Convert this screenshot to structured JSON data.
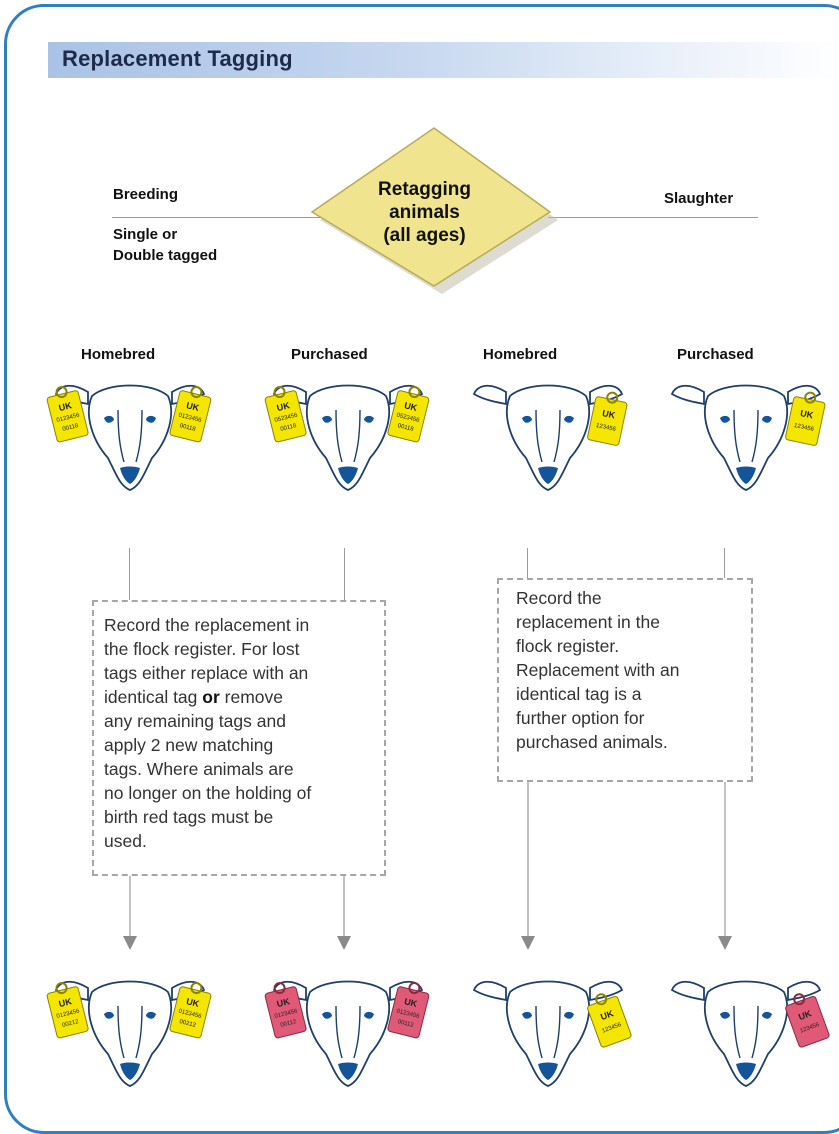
{
  "title": "Replacement Tagging",
  "left_branch": {
    "label_top": "Breeding",
    "label_bottom_line1": "Single or",
    "label_bottom_line2": "Double tagged"
  },
  "right_branch": {
    "label_top": "Slaughter"
  },
  "decision": {
    "line1": "Retagging",
    "line2": "animals",
    "line3": "(all ages)"
  },
  "column_headers": [
    "Homebred",
    "Purchased",
    "Homebred",
    "Purchased"
  ],
  "tags": {
    "uk": "UK",
    "top_double": "0123456",
    "top_double_serial": "00118",
    "top_purchased": "0523456",
    "top_purchased_serial": "00118",
    "top_single": "123456",
    "bottom_double": "0123456",
    "bottom_double_serial": "00212",
    "bottom_red": "0123456",
    "bottom_red_serial": "00112",
    "bottom_single": "123456"
  },
  "colors": {
    "yellow_tag": "#f4e600",
    "red_tag": "#e05a78",
    "frame": "#2f7fc1",
    "diamond": "#f0e58e",
    "sheep_accent": "#14559a"
  },
  "left_box": {
    "line1": "Record the replacement in",
    "line2": "the flock register.  For lost",
    "line3": "tags either replace with an",
    "line4_before": "identical tag ",
    "line4_bold": "or",
    "line4_after": " remove",
    "line5": "any remaining tags and",
    "line6": "apply 2 new matching",
    "line7": "tags. Where animals are",
    "line8": "no longer on the holding of",
    "line9": "birth red tags must be",
    "line10": "used."
  },
  "right_box": {
    "line1": "Record the",
    "line2": "replacement in the",
    "line3": "flock register.",
    "line4": "Replacement with an",
    "line5": "identical tag is a",
    "line6": "further option for",
    "line7": "purchased animals."
  }
}
